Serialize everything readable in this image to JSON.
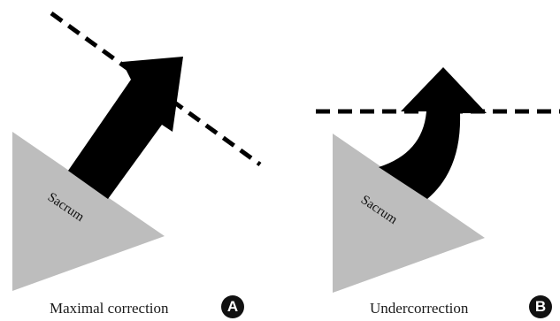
{
  "panels": [
    {
      "id": "A",
      "badge": "A",
      "caption": "Maximal correction",
      "sacrum_label": "Sacrum"
    },
    {
      "id": "B",
      "badge": "B",
      "caption": "Undercorrection",
      "sacrum_label": "Sacrum"
    }
  ],
  "colors": {
    "sacrum_fill": "#bdbdbd",
    "arrow_fill": "#000000",
    "dashed_line": "#000000",
    "badge_fill": "#111111"
  }
}
